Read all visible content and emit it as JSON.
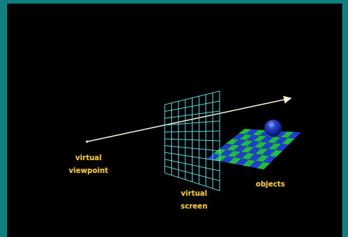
{
  "diagram": {
    "labels": [
      "virtual viewpoint",
      "virtual screen",
      "objects"
    ]
  }
}
